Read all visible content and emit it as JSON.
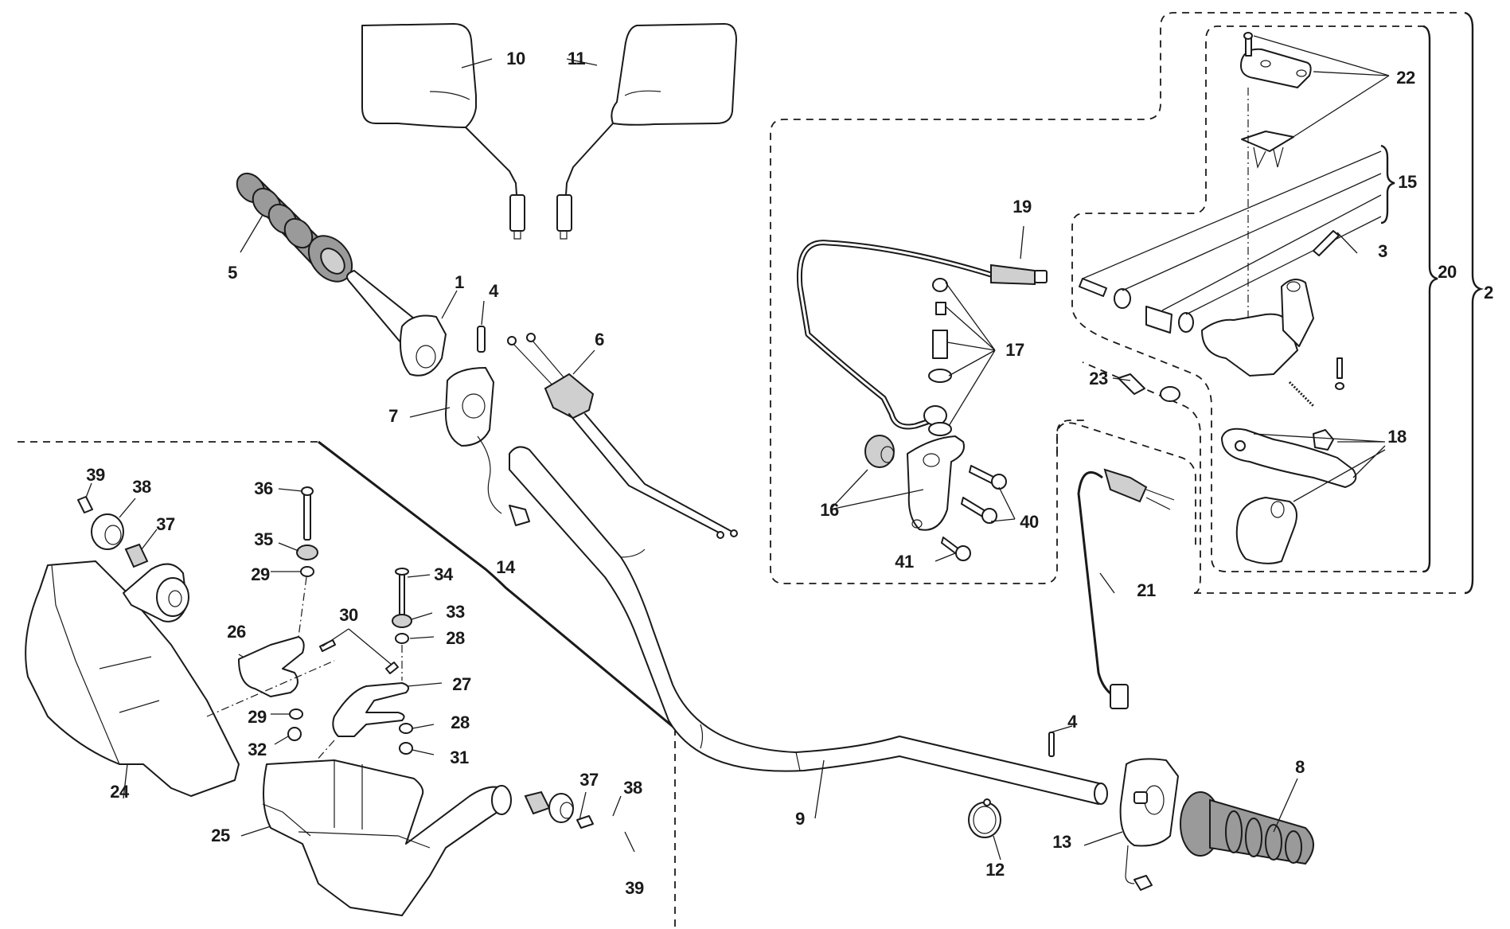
{
  "diagram": {
    "type": "exploded-parts-diagram",
    "subject": "handlebar assembly",
    "colors": {
      "line": "#1a1a1a",
      "background": "#ffffff",
      "grip_fill": "#9a9a9a",
      "boot_fill": "#cfcfcf"
    },
    "callouts": [
      {
        "id": "c1",
        "label": "1"
      },
      {
        "id": "c2",
        "label": "2"
      },
      {
        "id": "c3",
        "label": "3"
      },
      {
        "id": "c4a",
        "label": "4"
      },
      {
        "id": "c4b",
        "label": "4"
      },
      {
        "id": "c5",
        "label": "5"
      },
      {
        "id": "c6",
        "label": "6"
      },
      {
        "id": "c7",
        "label": "7"
      },
      {
        "id": "c8",
        "label": "8"
      },
      {
        "id": "c9",
        "label": "9"
      },
      {
        "id": "c10",
        "label": "10"
      },
      {
        "id": "c11",
        "label": "11"
      },
      {
        "id": "c12",
        "label": "12"
      },
      {
        "id": "c13",
        "label": "13"
      },
      {
        "id": "c14",
        "label": "14"
      },
      {
        "id": "c15",
        "label": "15"
      },
      {
        "id": "c16",
        "label": "16"
      },
      {
        "id": "c17",
        "label": "17"
      },
      {
        "id": "c18",
        "label": "18"
      },
      {
        "id": "c19",
        "label": "19"
      },
      {
        "id": "c20",
        "label": "20"
      },
      {
        "id": "c21",
        "label": "21"
      },
      {
        "id": "c22",
        "label": "22"
      },
      {
        "id": "c23",
        "label": "23"
      },
      {
        "id": "c24",
        "label": "24"
      },
      {
        "id": "c25",
        "label": "25"
      },
      {
        "id": "c26",
        "label": "26"
      },
      {
        "id": "c27",
        "label": "27"
      },
      {
        "id": "c28a",
        "label": "28"
      },
      {
        "id": "c28b",
        "label": "28"
      },
      {
        "id": "c29a",
        "label": "29"
      },
      {
        "id": "c29b",
        "label": "29"
      },
      {
        "id": "c30",
        "label": "30"
      },
      {
        "id": "c31",
        "label": "31"
      },
      {
        "id": "c32",
        "label": "32"
      },
      {
        "id": "c33",
        "label": "33"
      },
      {
        "id": "c34",
        "label": "34"
      },
      {
        "id": "c35",
        "label": "35"
      },
      {
        "id": "c36",
        "label": "36"
      },
      {
        "id": "c37a",
        "label": "37"
      },
      {
        "id": "c37b",
        "label": "37"
      },
      {
        "id": "c38a",
        "label": "38"
      },
      {
        "id": "c38b",
        "label": "38"
      },
      {
        "id": "c39a",
        "label": "39"
      },
      {
        "id": "c39b",
        "label": "39"
      },
      {
        "id": "c40",
        "label": "40"
      },
      {
        "id": "c41",
        "label": "41"
      }
    ],
    "groups": [
      {
        "label": "2",
        "kind": "brace",
        "contains": "clutch/brake master cylinder group"
      },
      {
        "label": "20",
        "kind": "brace",
        "contains": "master cylinder assembly"
      },
      {
        "label": "15",
        "kind": "brace",
        "contains": "piston kit"
      },
      {
        "label": "14",
        "kind": "dashed-region",
        "contains": "handguard kit"
      }
    ]
  }
}
